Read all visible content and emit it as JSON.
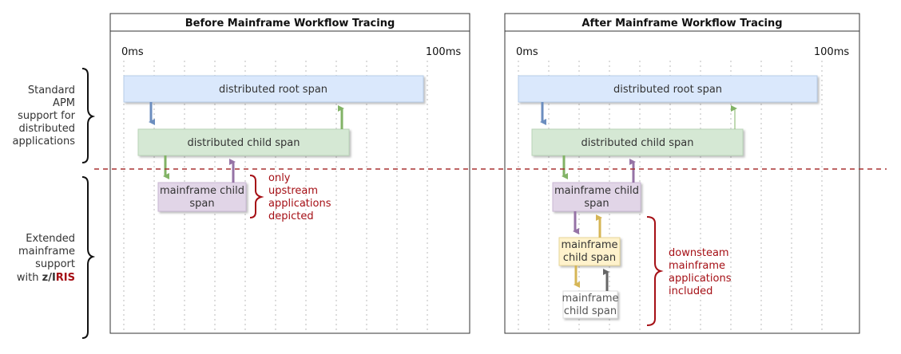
{
  "colors": {
    "frame": "#333333",
    "root_fill": "#dae8fc",
    "root_stroke": "#b7cde8",
    "child_fill": "#d5e8d4",
    "child_stroke": "#b9d3b7",
    "mf_purple_fill": "#e1d5e7",
    "mf_yellow_fill": "#fff2cc",
    "mf_white_fill": "#ffffff",
    "arrow_blue": "#6c8ebf",
    "arrow_green": "#82b366",
    "arrow_purple": "#9673a6",
    "arrow_yellow": "#d6b656",
    "arrow_gray": "#666666",
    "accent_red": "#a50f15",
    "dash_red": "#a83232"
  },
  "left_labels": {
    "standard": [
      "Standard",
      "APM",
      "support for",
      "distributed",
      "applications"
    ],
    "extended": [
      "Extended",
      "mainframe",
      "support"
    ],
    "extended_with": "with ",
    "extended_zi": "z/I",
    "extended_ris": "RIS"
  },
  "before": {
    "title": "Before Mainframe Workflow Tracing",
    "axis_start": "0ms",
    "axis_end": "100ms",
    "root_span": "distributed root span",
    "child_span": "distributed child span",
    "mf_span": [
      "mainframe child",
      "span"
    ],
    "note": [
      "only",
      "upstream",
      "applications",
      "depicted"
    ]
  },
  "after": {
    "title": "After Mainframe Workflow Tracing",
    "axis_start": "0ms",
    "axis_end": "100ms",
    "root_span": "distributed root span",
    "child_span": "distributed child span",
    "mf_span": [
      "mainframe child",
      "span"
    ],
    "mf_span2": [
      "mainframe",
      "child span"
    ],
    "mf_span3": [
      "mainframe",
      "child span"
    ],
    "note": [
      "downsteam",
      "mainframe",
      "applications",
      "included"
    ]
  }
}
